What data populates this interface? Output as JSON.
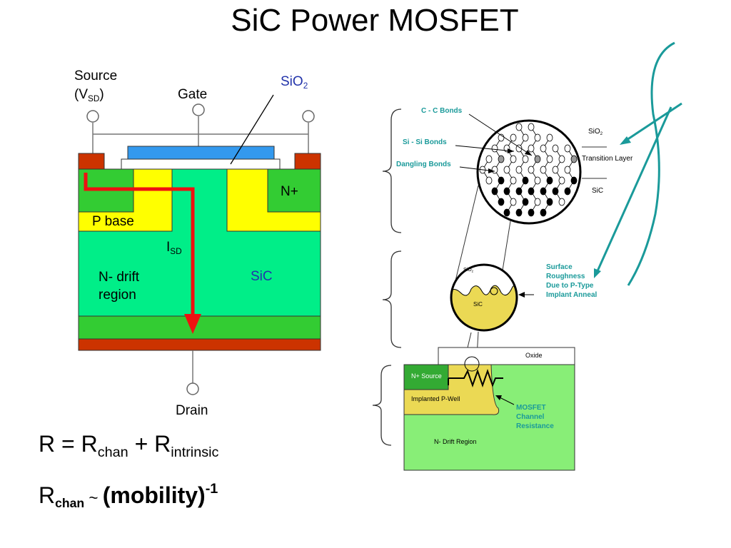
{
  "title": "SiC Power MOSFET",
  "left_device": {
    "source_label": "Source",
    "source_sub_open": "(V",
    "source_sub": "SD",
    "source_sub_close": ")",
    "gate_label": "Gate",
    "sio2_label": "SiO",
    "sio2_sub": "2",
    "nplus_label": "N+",
    "pbase_label": "P base",
    "isd_label": "I",
    "isd_sub": "SD",
    "drift_line1": "N- drift",
    "drift_line2": "region",
    "sic_label": "SiC",
    "drain_label": "Drain"
  },
  "interface_zoom": {
    "cc_bonds": "C - C Bonds",
    "sisi_bonds": "Si - Si Bonds",
    "dangling_bonds": "Dangling Bonds",
    "sio2": "SiO",
    "sio2_sub": "2",
    "transition_layer": "Transition Layer",
    "sic": "SiC"
  },
  "roughness_zoom": {
    "sio2": "SiO",
    "sio2_sub": "2",
    "sic": "SiC",
    "line1": "Surface",
    "line2": "Roughness",
    "line3": "Due to P-Type",
    "line4": "Implant Anneal"
  },
  "cross_section": {
    "oxide": "Oxide",
    "nplus_source": "N+ Source",
    "pwell": "Implanted P-Well",
    "drift": "N- Drift Region",
    "res_line1": "MOSFET",
    "res_line2": "Channel",
    "res_line3": "Resistance"
  },
  "equations": {
    "eq1_r": "R = R",
    "eq1_chan": "chan",
    "eq1_plus": " + R",
    "eq1_intr": "intrinsic",
    "eq2_r": "R",
    "eq2_chan": "chan",
    "eq2_tilde": " ~ ",
    "eq2_mob": "(mobility)",
    "eq2_exp": "-1"
  },
  "colors": {
    "drift": "#00ee88",
    "nplus": "#33cc33",
    "pbase": "#ffff00",
    "metal": "#cc3300",
    "gate": "#3399ee",
    "arrow": "#ee1111",
    "teal": "#1a9a9a",
    "sic_zoom": "#ebd954",
    "cross_drift": "#88ee77"
  }
}
